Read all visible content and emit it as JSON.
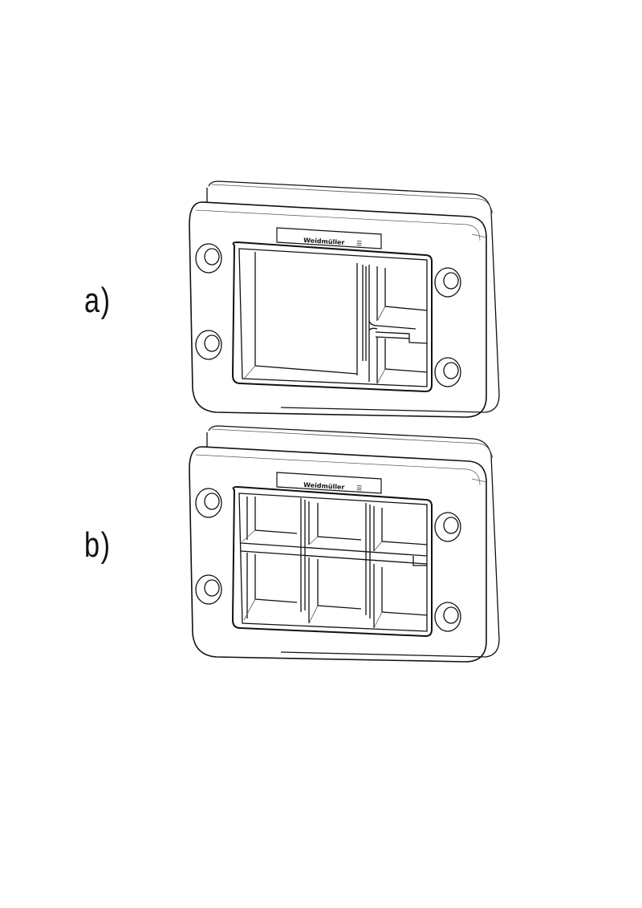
{
  "figures": [
    {
      "id": "a",
      "label": "a)",
      "brand_label": "Weidmüller",
      "logo_glyph": "☰",
      "layout": "one-large-opening-plus-two-small",
      "openings": [
        {
          "name": "large-opening",
          "col": 0,
          "row": 0,
          "colspan": 2,
          "rowspan": 2
        },
        {
          "name": "small-opening-top-right",
          "col": 2,
          "row": 0
        },
        {
          "name": "small-opening-bottom-right",
          "col": 2,
          "row": 1
        }
      ]
    },
    {
      "id": "b",
      "label": "b)",
      "brand_label": "Weidmüller",
      "logo_glyph": "☰",
      "layout": "six-small-openings-3x2",
      "openings": [
        {
          "name": "opening-r1c1",
          "col": 0,
          "row": 0
        },
        {
          "name": "opening-r1c2",
          "col": 1,
          "row": 0
        },
        {
          "name": "opening-r1c3",
          "col": 2,
          "row": 0
        },
        {
          "name": "opening-r2c1",
          "col": 0,
          "row": 1
        },
        {
          "name": "opening-r2c2",
          "col": 1,
          "row": 1
        },
        {
          "name": "opening-r2c3",
          "col": 2,
          "row": 1
        }
      ]
    }
  ],
  "colors": {
    "line": "#111111",
    "background": "#ffffff",
    "thin_line": "#555555"
  }
}
